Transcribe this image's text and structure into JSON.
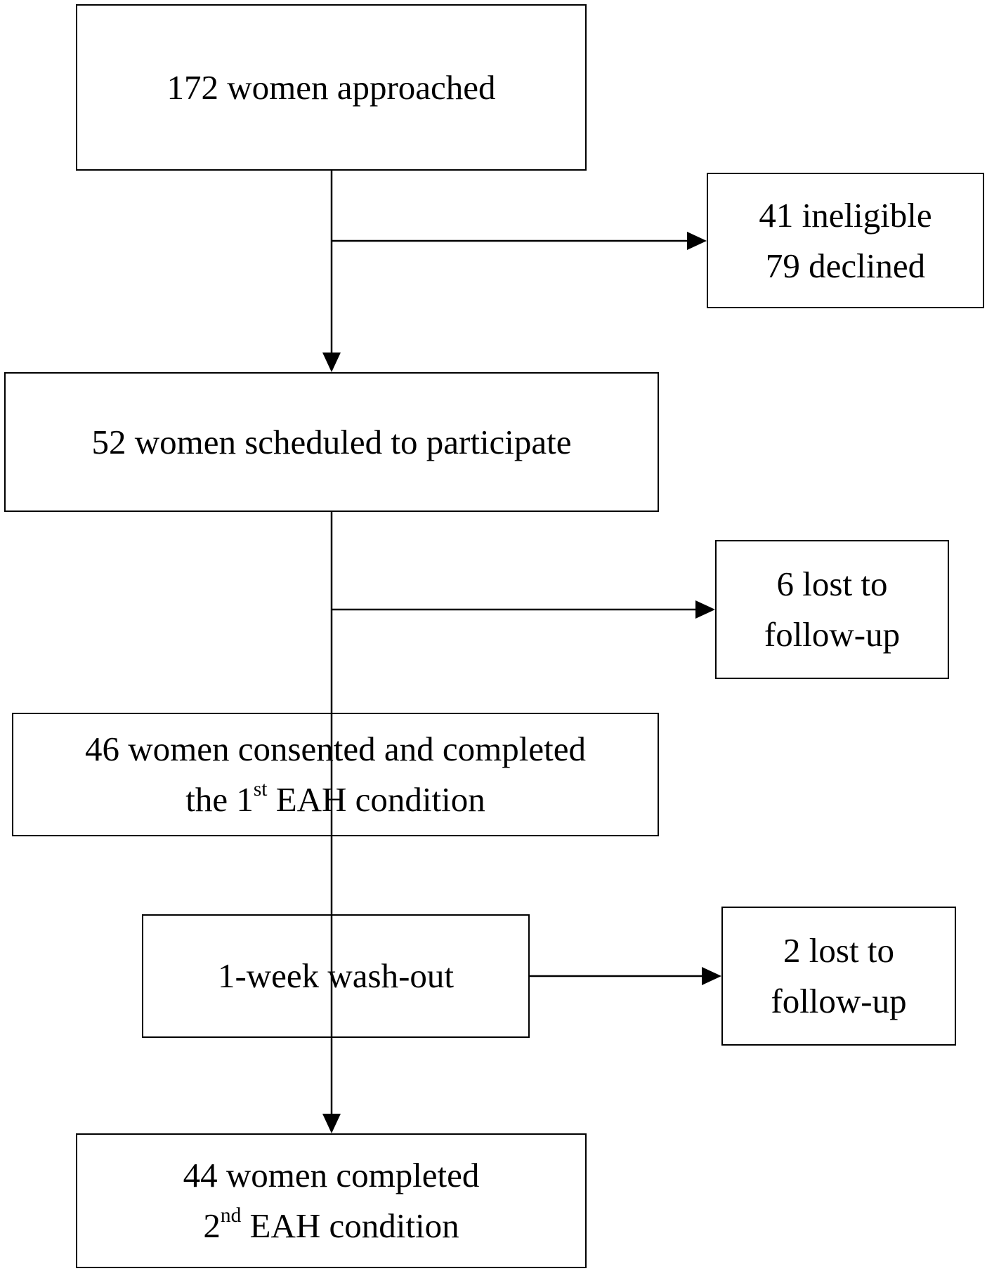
{
  "boxes": {
    "approached": {
      "line1": "172 women approached"
    },
    "excluded": {
      "line1": "41 ineligible",
      "line2": "79 declined"
    },
    "scheduled": {
      "line1": "52 women scheduled to participate"
    },
    "lost1": {
      "line1": "6 lost to",
      "line2": "follow-up"
    },
    "consented": {
      "line1": "46 women consented and completed",
      "line2_pre": "the 1",
      "line2_sup": "st",
      "line2_post": " EAH condition"
    },
    "washout": {
      "line1": "1-week wash-out"
    },
    "lost2": {
      "line1": "2 lost to",
      "line2": "follow-up"
    },
    "completed": {
      "line1": "44 women completed",
      "line2_pre": "2",
      "line2_sup": "nd",
      "line2_post": " EAH condition"
    }
  },
  "colors": {
    "stroke": "#000000",
    "background": "#ffffff"
  }
}
